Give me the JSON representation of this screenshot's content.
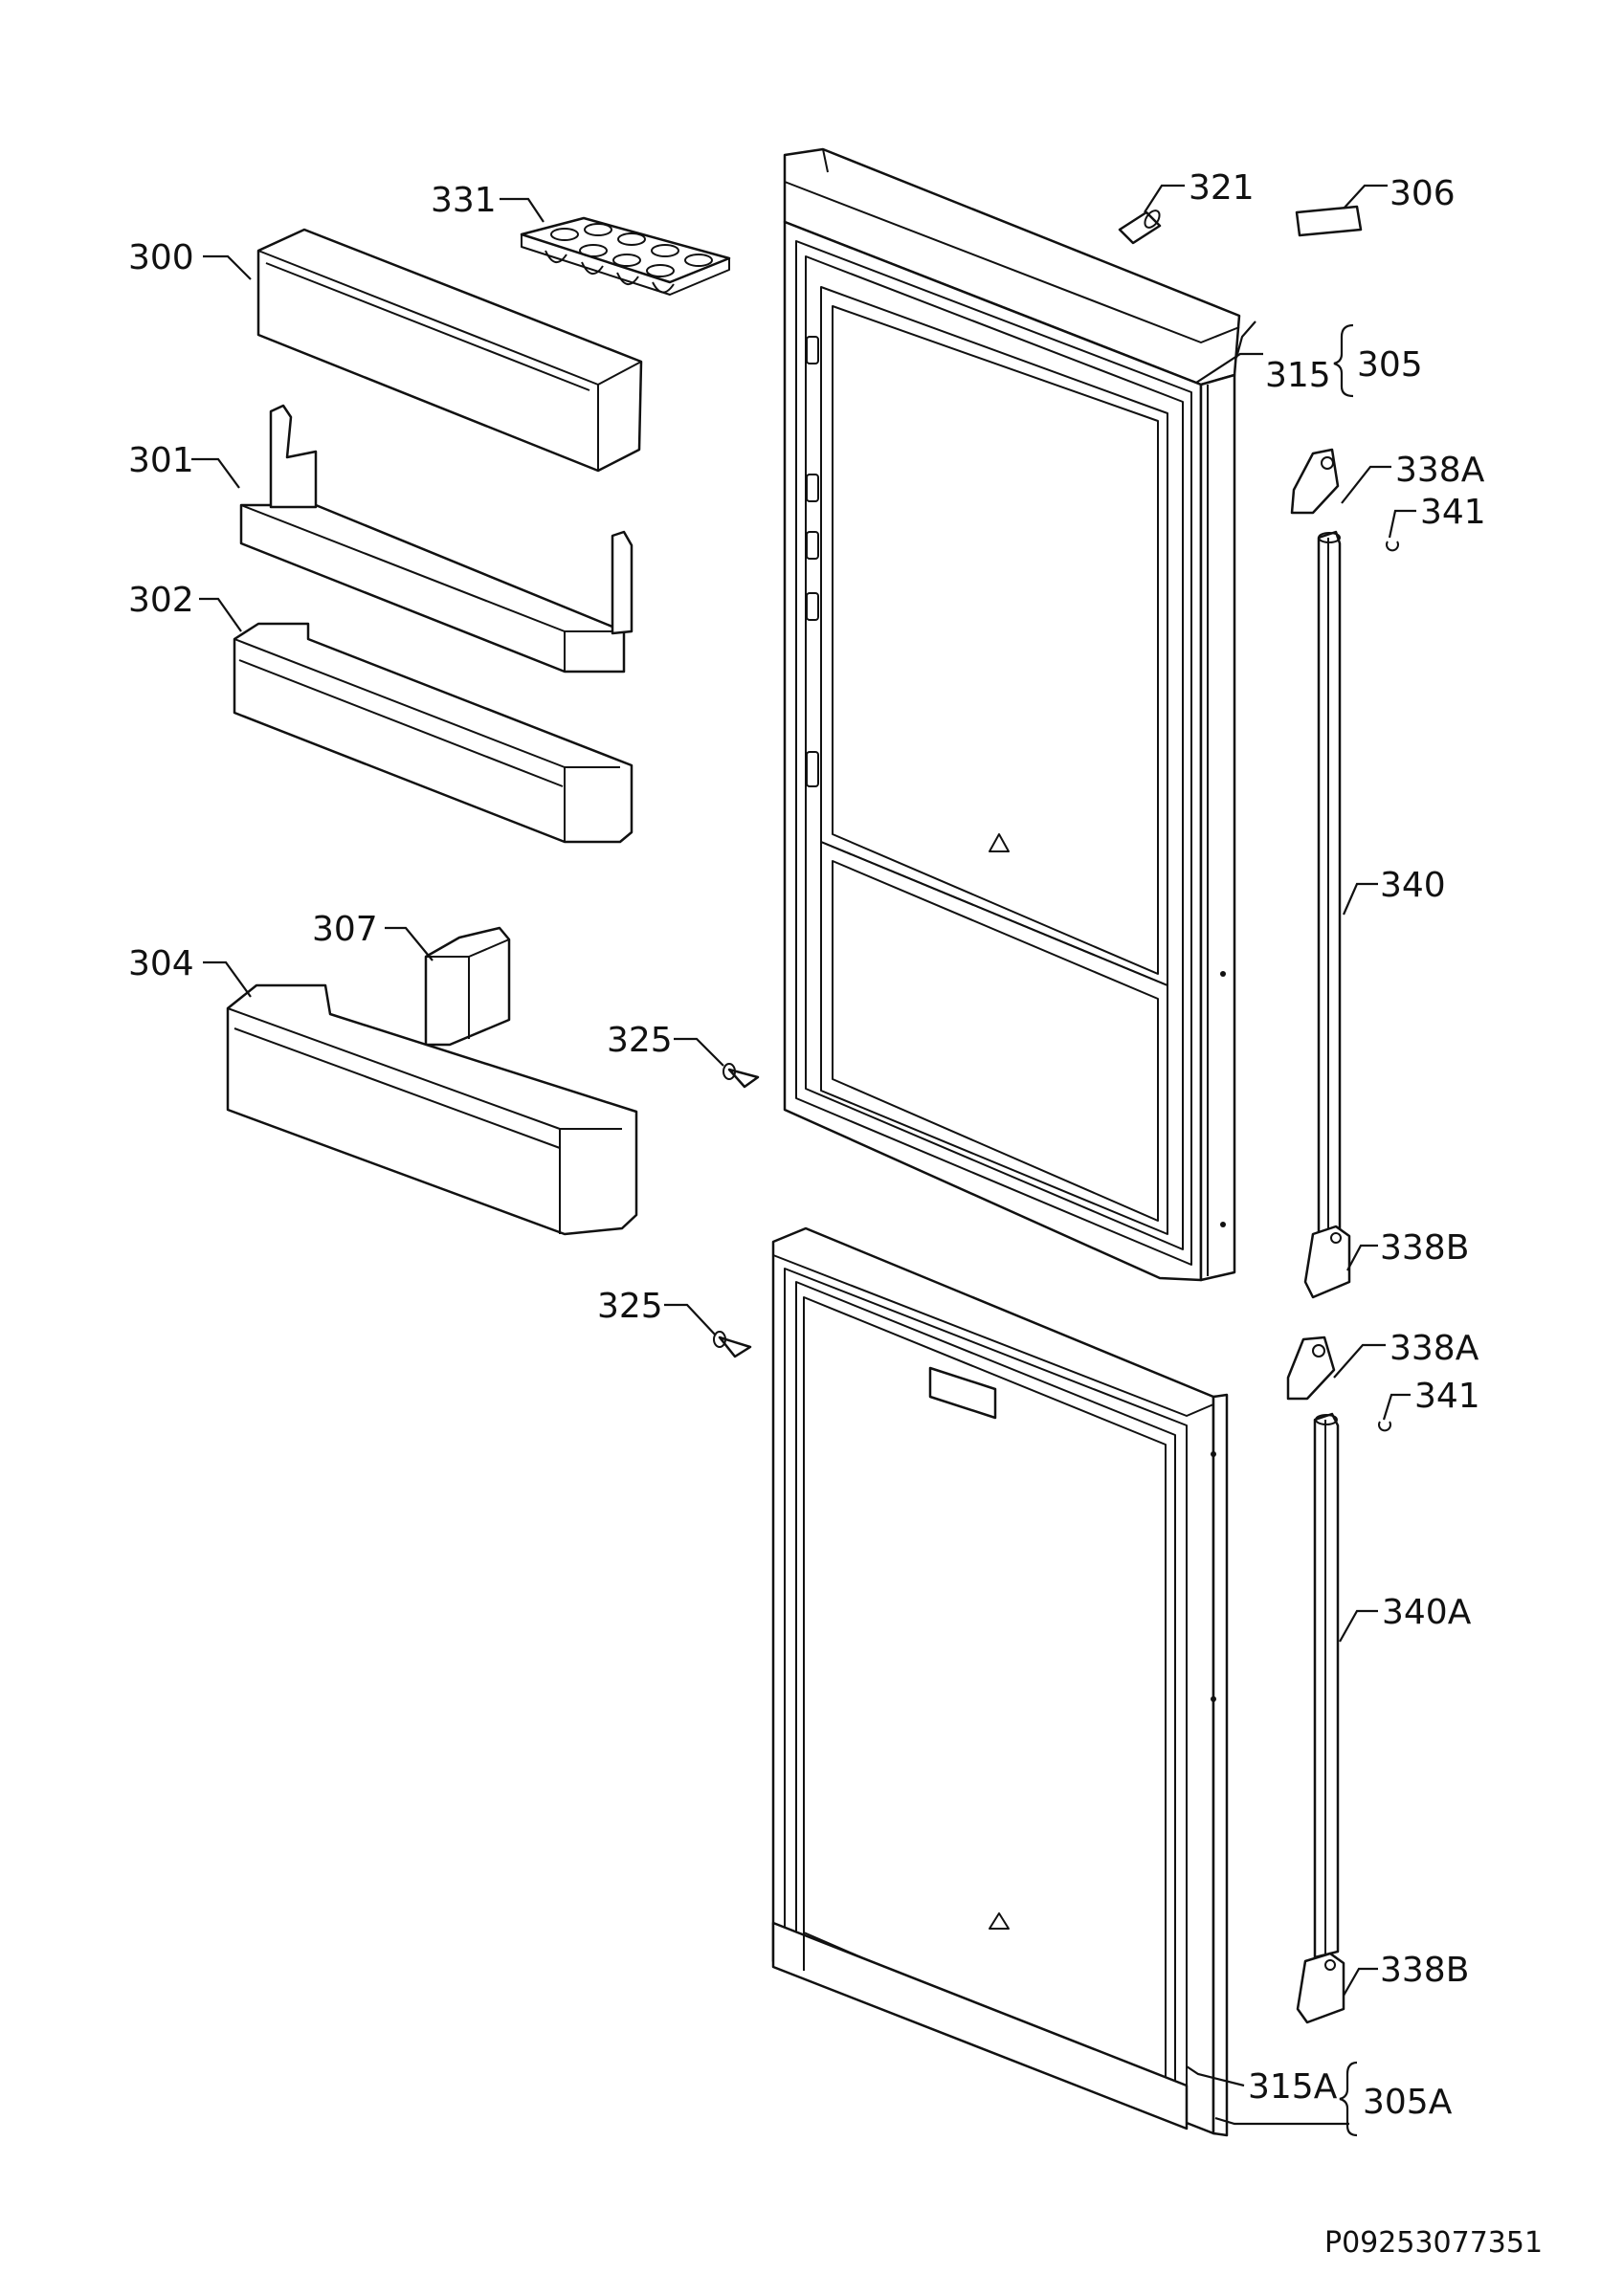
{
  "labels": {
    "p300": "300",
    "p301": "301",
    "p302": "302",
    "p304": "304",
    "p305": "305",
    "p305A": "305A",
    "p306": "306",
    "p307": "307",
    "p315": "315",
    "p315A": "315A",
    "p321": "321",
    "p325_top": "325",
    "p325_bottom": "325",
    "p331": "331",
    "p338A_top": "338A",
    "p338B_top": "338B",
    "p338A_bottom": "338A",
    "p338B_bottom": "338B",
    "p340": "340",
    "p340A": "340A",
    "p341_top": "341",
    "p341_bottom": "341"
  },
  "document_number": "P09253077351"
}
